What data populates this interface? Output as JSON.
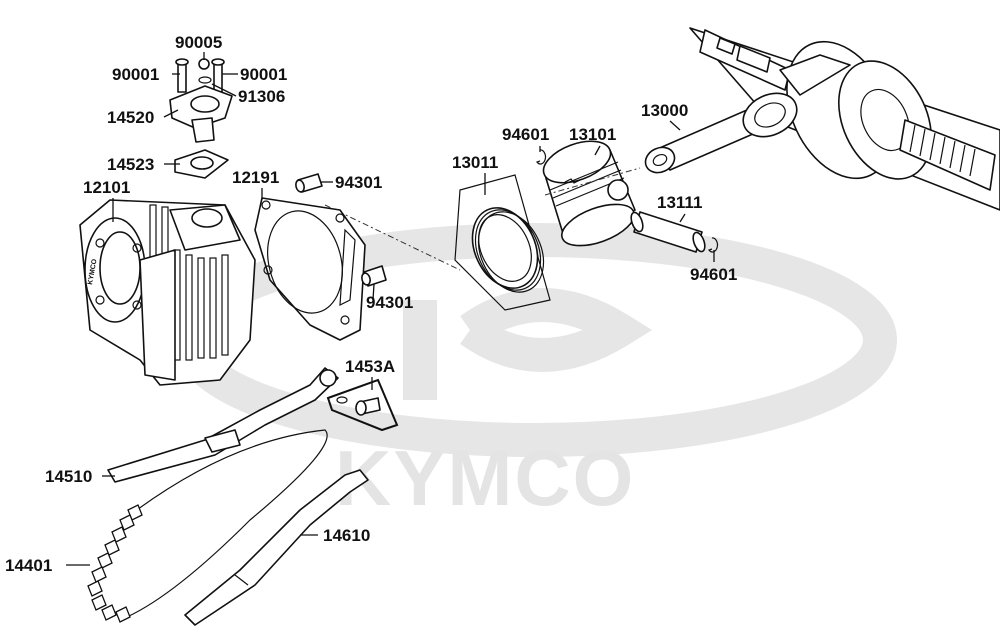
{
  "watermark": {
    "text": "KYMCO"
  },
  "engraving": {
    "text": "KYMCO"
  },
  "parts": {
    "p90005": "90005",
    "p90001a": "90001",
    "p90001b": "90001",
    "p91306": "91306",
    "p14520": "14520",
    "p14523": "14523",
    "p12101": "12101",
    "p12191": "12191",
    "p94301a": "94301",
    "p94301b": "94301",
    "p13011": "13011",
    "p94601a": "94601",
    "p13101": "13101",
    "p13000": "13000",
    "p13111": "13111",
    "p94601b": "94601",
    "p1453A": "1453A",
    "p14510": "14510",
    "p14610": "14610",
    "p14401": "14401"
  }
}
